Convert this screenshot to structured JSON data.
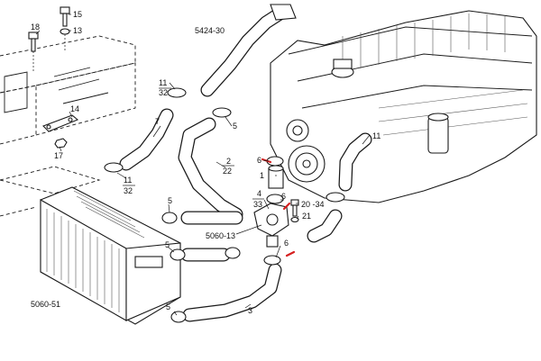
{
  "diagram": {
    "labels": {
      "p18": "18",
      "p15": "15",
      "p13": "13",
      "p5424_30": "5424-30",
      "p11_num": "11",
      "p11_den": "32",
      "p7": "7",
      "p5a": "5",
      "p14": "14",
      "p17": "17",
      "p11b_num": "11",
      "p11b_den": "32",
      "p2_num": "2",
      "p2_den": "22",
      "p6a": "6",
      "p1": "1",
      "p11c": "11",
      "p4_num": "4",
      "p4_den": "33",
      "p6b": "6",
      "p20_34": "20 -34",
      "p21": "21",
      "p5b": "5",
      "p5060_13": "5060-13",
      "p5c": "5",
      "p6c": "6",
      "p5060_51": "5060-51",
      "p5d": "5",
      "p3": "3"
    },
    "accent_color": "#d62020"
  }
}
